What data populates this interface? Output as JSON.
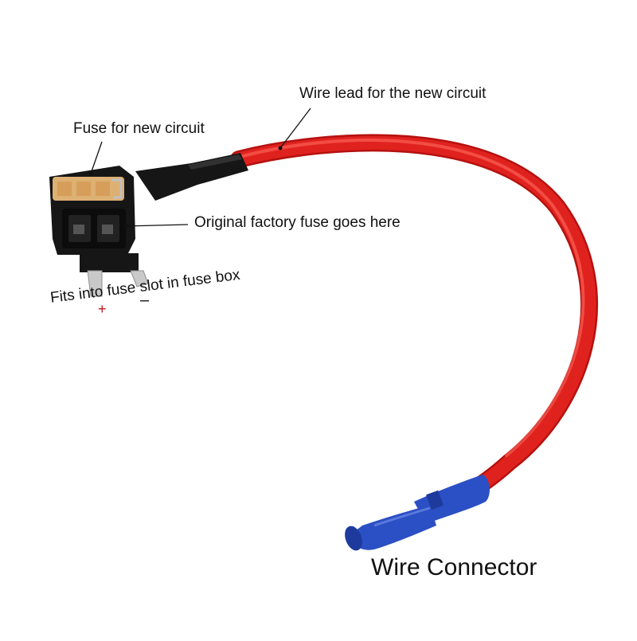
{
  "image": {
    "labels": {
      "wire_lead": "Wire lead for the new circuit",
      "fuse_new": "Fuse for new circuit",
      "original_fuse": "Original factory fuse goes here",
      "fits_slot": "Fits into fuse slot in fuse box",
      "wire_connector": "Wire Connector",
      "plus": "+",
      "minus": "–"
    },
    "colors": {
      "wire": "#e0221f",
      "wire_highlight": "#ff6a5e",
      "holder": "#161616",
      "fuse": "#e8b878",
      "connector": "#2b4fc4",
      "terminal": "#c9c9c9",
      "leader": "#111111"
    }
  }
}
